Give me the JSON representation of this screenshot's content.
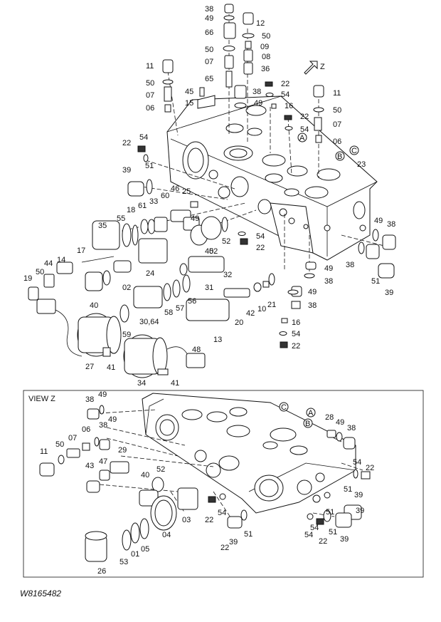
{
  "drawing_code": "W8165482",
  "view_title": "VIEW Z",
  "arrow_label": "Z",
  "reference_letters": [
    "A",
    "B",
    "C"
  ],
  "main_labels": [
    "38",
    "49",
    "12",
    "66",
    "50",
    "09",
    "50",
    "08",
    "07",
    "36",
    "11",
    "65",
    "22",
    "50",
    "38",
    "54",
    "45",
    "07",
    "15",
    "49",
    "16",
    "06",
    "22",
    "54",
    "11",
    "50",
    "07",
    "06",
    "22",
    "54",
    "39",
    "51",
    "23",
    "46",
    "25",
    "60",
    "18",
    "61",
    "33",
    "49",
    "35",
    "55",
    "54",
    "22",
    "49",
    "38",
    "17",
    "52",
    "40",
    "52",
    "14",
    "44",
    "50",
    "19",
    "24",
    "38",
    "32",
    "49",
    "38",
    "02",
    "51",
    "40",
    "31",
    "30,64",
    "58",
    "57",
    "56",
    "42",
    "10",
    "21",
    "49",
    "38",
    "16",
    "54",
    "22",
    "59",
    "20",
    "13",
    "27",
    "41",
    "48",
    "34",
    "41",
    "39"
  ],
  "view_z_labels": [
    "38",
    "49",
    "38",
    "49",
    "28",
    "49",
    "38",
    "50",
    "07",
    "06",
    "11",
    "43",
    "47",
    "29",
    "40",
    "52",
    "03",
    "04",
    "22",
    "54",
    "51",
    "39",
    "05",
    "01",
    "53",
    "26",
    "39",
    "51",
    "22",
    "54",
    "22",
    "39",
    "51",
    "39",
    "54",
    "22",
    "54",
    "51"
  ]
}
